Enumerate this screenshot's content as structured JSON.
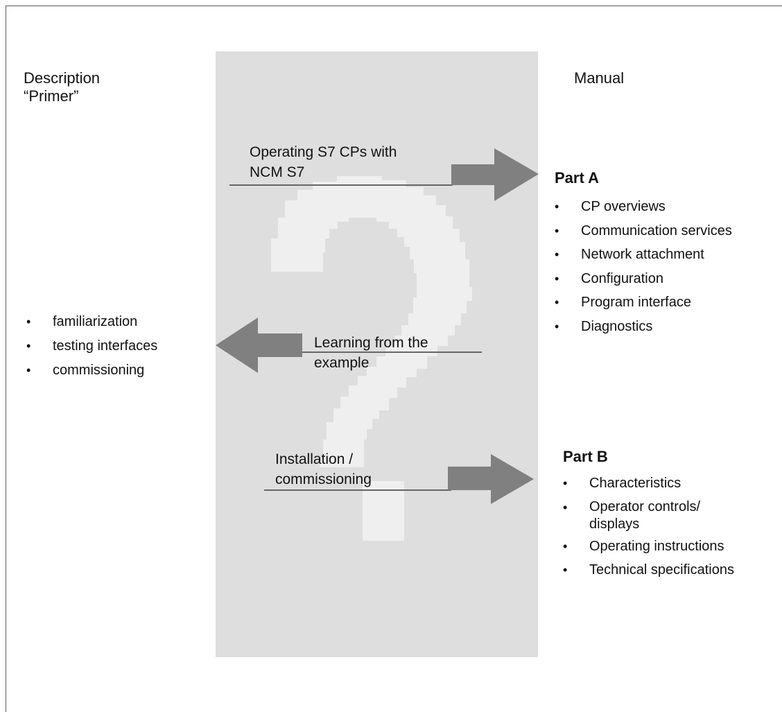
{
  "left_column": {
    "heading_line1": "Description",
    "heading_line2": "“Primer”",
    "items": [
      "familiarization",
      "testing interfaces",
      "commissioning"
    ]
  },
  "right_column": {
    "heading": "Manual",
    "part_a": {
      "title": "Part A",
      "items": [
        "CP overviews",
        "Communication services",
        "Network attachment",
        "Configuration",
        "Program interface",
        "Diagnostics"
      ]
    },
    "part_b": {
      "title": "Part B",
      "items": [
        "Characteristics",
        "Operator controls/ displays",
        "Operating instructions",
        "Technical specifications"
      ]
    }
  },
  "arrows": {
    "arrow1_line1": "Operating S7 CPs with",
    "arrow1_line2": "NCM S7",
    "arrow2_line1": "Learning from the",
    "arrow2_line2": "example",
    "arrow3_line1": "Installation /",
    "arrow3_line2": "commissioning"
  },
  "colors": {
    "panel": "#dedede",
    "question_mark": "#efefef",
    "arrow": "#808080"
  },
  "bullet_glyph": "•"
}
